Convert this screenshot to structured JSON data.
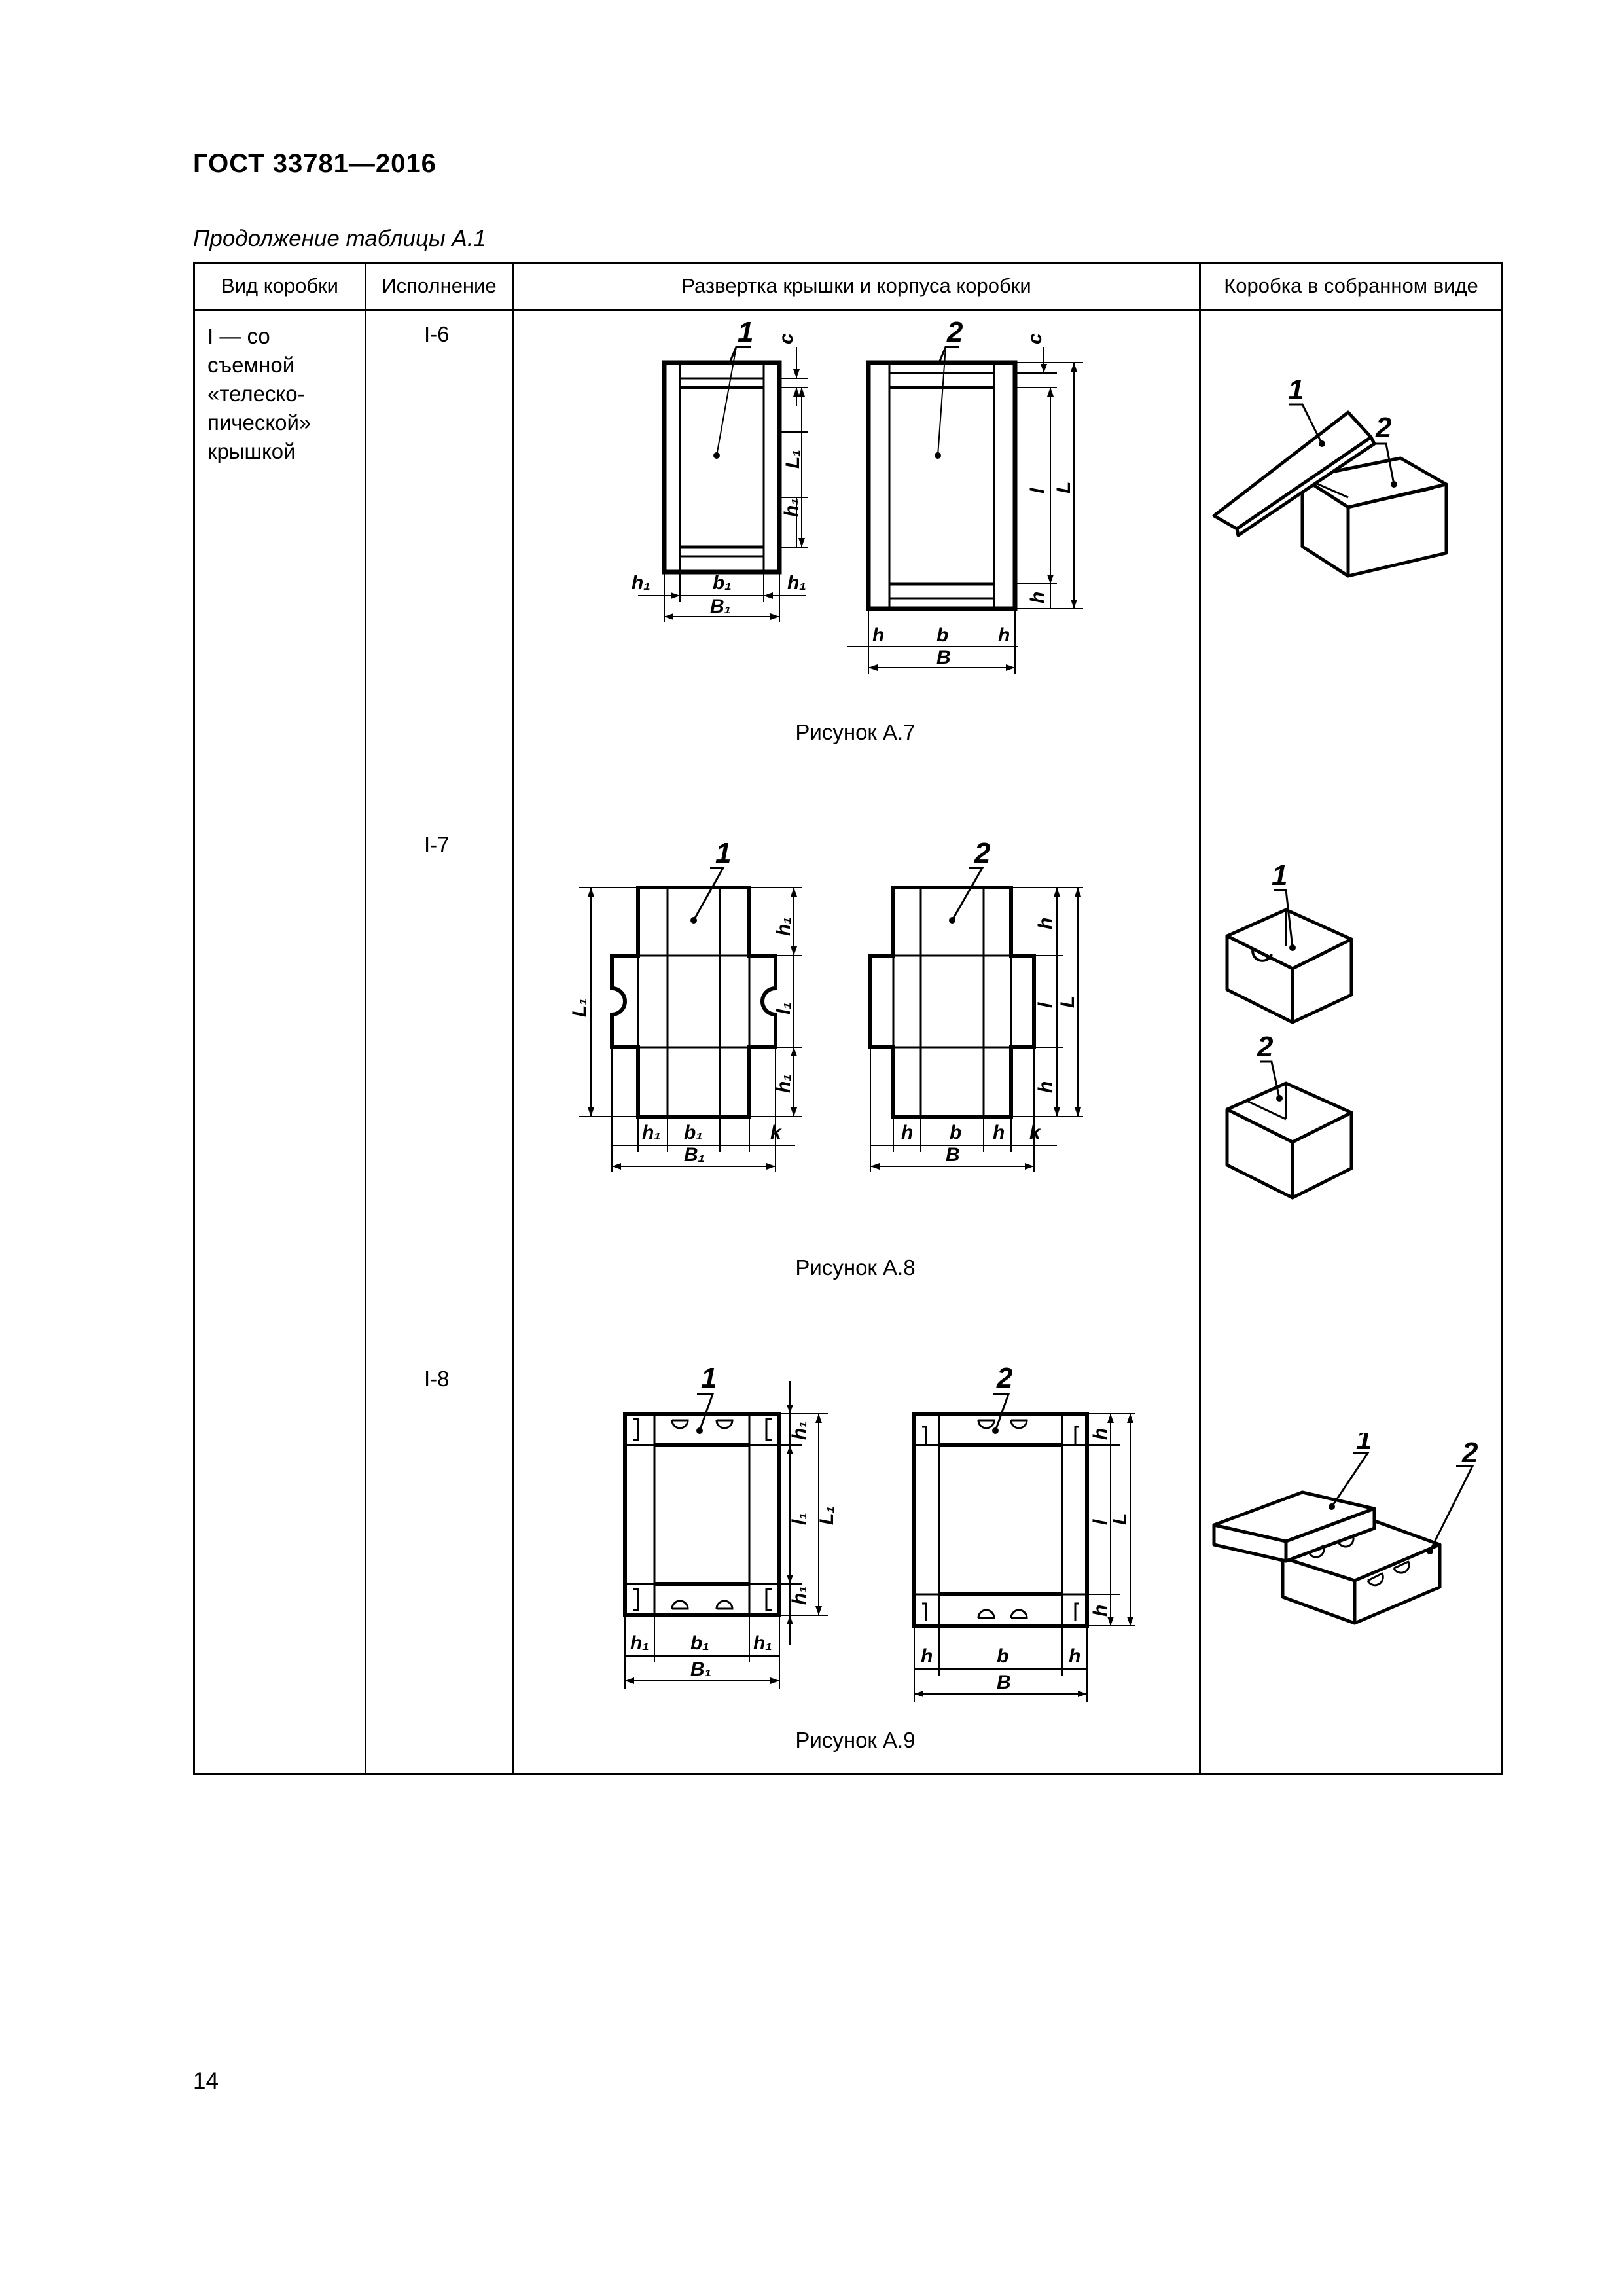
{
  "header": {
    "title": "ГОСТ 33781—2016"
  },
  "continuation": "Продолжение таблицы А.1",
  "table": {
    "columns": [
      "Вид коробки",
      "Исполнение",
      "Развертка крышки и корпуса коробки",
      "Коробка в собранном виде"
    ],
    "box_type": [
      "I — со",
      "съемной",
      "«телеско-",
      "пической»",
      "крышкой"
    ],
    "rows": [
      {
        "variant": "I-6",
        "caption": "Рисунок А.7"
      },
      {
        "variant": "I-7",
        "caption": "Рисунок А.8"
      },
      {
        "variant": "I-8",
        "caption": "Рисунок А.9"
      }
    ]
  },
  "labels": {
    "lid": "1",
    "body": "2",
    "c": "c",
    "h": "h",
    "h1": "h₁",
    "b": "b",
    "b1": "b₁",
    "B": "B",
    "B1": "B₁",
    "l": "l",
    "l1": "l₁",
    "L": "L",
    "L1": "L₁",
    "k": "k"
  },
  "page_number": "14"
}
